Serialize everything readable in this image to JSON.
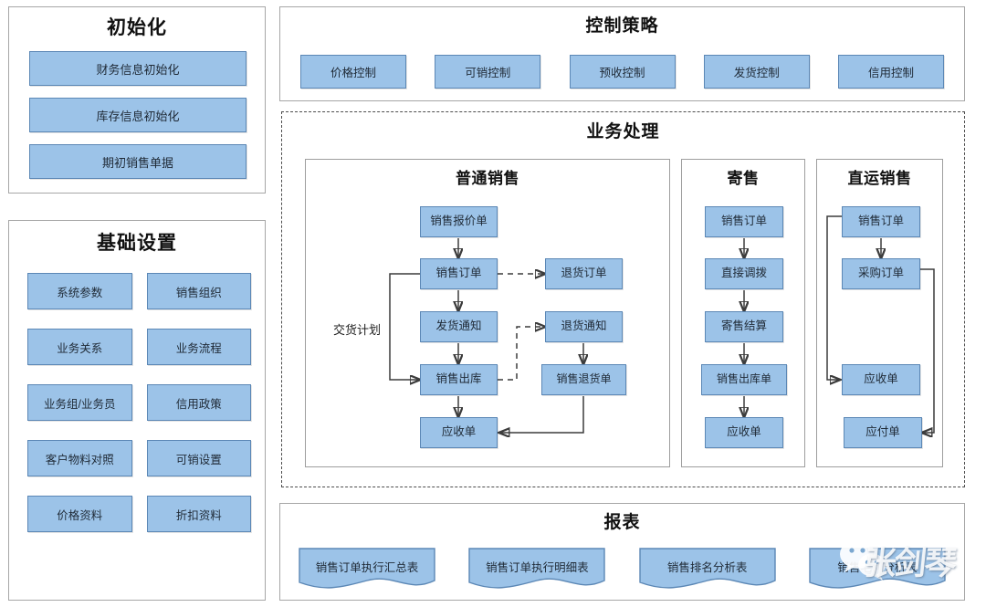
{
  "init": {
    "title": "初始化",
    "items": [
      "财务信息初始化",
      "库存信息初始化",
      "期初销售单据"
    ]
  },
  "basic": {
    "title": "基础设置",
    "items": [
      "系统参数",
      "销售组织",
      "业务关系",
      "业务流程",
      "业务组/业务员",
      "信用政策",
      "客户物料对照",
      "可销设置",
      "价格资料",
      "折扣资料"
    ]
  },
  "control": {
    "title": "控制策略",
    "items": [
      "价格控制",
      "可销控制",
      "预收控制",
      "发货控制",
      "信用控制"
    ]
  },
  "business": {
    "title": "业务处理",
    "normal": {
      "title": "普通销售",
      "plan_label": "交货计划",
      "nodes": {
        "quote": "销售报价单",
        "order": "销售订单",
        "ship_notice": "发货通知",
        "stock_out": "销售出库",
        "receivable": "应收单",
        "return_order": "退货订单",
        "return_notice": "退货通知",
        "return_bill": "销售退货单"
      }
    },
    "consign": {
      "title": "寄售",
      "nodes": [
        "销售订单",
        "直接调拨",
        "寄售结算",
        "销售出库单",
        "应收单"
      ]
    },
    "direct": {
      "title": "直运销售",
      "nodes": {
        "sale_order": "销售订单",
        "purchase_order": "采购订单",
        "receivable": "应收单",
        "payable": "应付单"
      }
    }
  },
  "report": {
    "title": "报表",
    "items": [
      "销售订单执行汇总表",
      "销售订单执行明细表",
      "销售排名分析表",
      "销售毛利分析表"
    ]
  },
  "watermark": {
    "text": "张剑琴",
    "icon": "wechat-icon"
  },
  "colors": {
    "node_fill": "#9cc3e8",
    "node_border": "#5b87b5",
    "panel_border": "#a6a6a6",
    "dashed_border": "#4d4d4d",
    "arrow": "#3c3c3c"
  }
}
